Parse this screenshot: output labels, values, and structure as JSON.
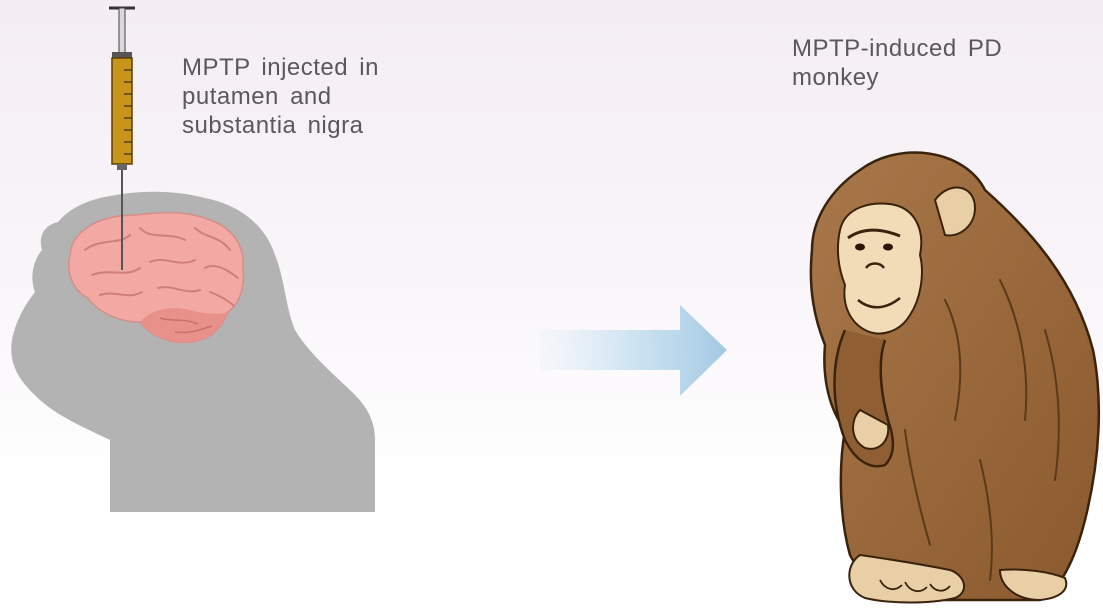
{
  "injection_label": {
    "line1": "MPTP injected in",
    "line2": "putamen and",
    "line3": "substantia nigra"
  },
  "result_label": {
    "line1": "MPTP-induced PD",
    "line2": "monkey"
  },
  "icons": [
    "syringe-icon",
    "brain-icon",
    "monkey-head-silhouette",
    "arrow-right-icon",
    "chimpanzee-illustration"
  ],
  "colors": {
    "silhouette": "#b3b3b3",
    "brain": "#f2a9a3",
    "syringe_barrel": "#c8941c",
    "arrow": "#a9cde6",
    "monkey_fur": "#9a6a3c",
    "monkey_face": "#f2dcb8",
    "text": "#595959"
  }
}
